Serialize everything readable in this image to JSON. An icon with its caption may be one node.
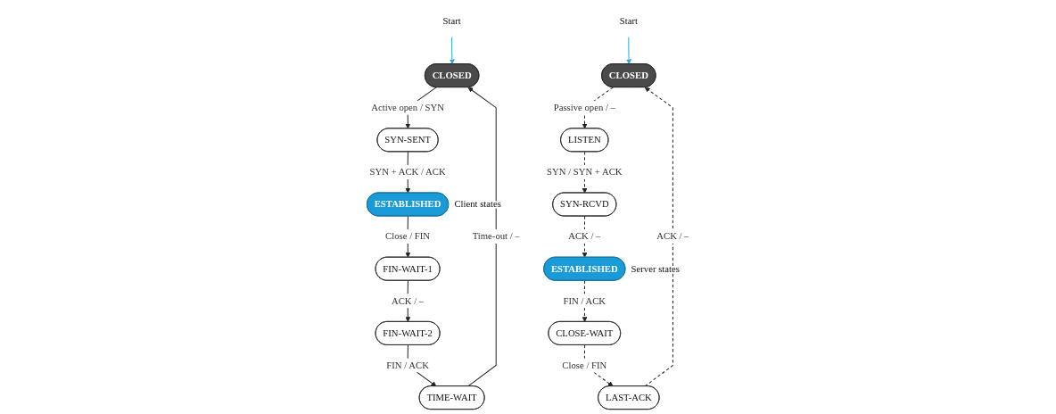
{
  "diagram": {
    "nodes": [
      {
        "text": [
          "Start"
        ]
      },
      {
        "text": [
          "CLOSED"
        ]
      },
      {
        "text": [
          "SYN-SENT"
        ]
      },
      {
        "text": [
          "ESTABLISHED"
        ],
        "beside": [
          "Client states"
        ]
      },
      {
        "text": [
          "FIN-WAIT-1"
        ]
      },
      {
        "text": [
          "FIN-WAIT-2"
        ]
      },
      {
        "text": [
          "TIME-WAIT"
        ]
      },
      {
        "text": [
          "Start"
        ]
      },
      {
        "text": [
          "CLOSED"
        ]
      },
      {
        "text": [
          "LISTEN"
        ]
      },
      {
        "text": [
          "SYN-RCVD"
        ]
      },
      {
        "text": [
          "ESTABLISHED"
        ],
        "beside": [
          "Server states"
        ]
      },
      {
        "text": [
          "CLOSE-WAIT"
        ]
      },
      {
        "text": [
          "LAST-ACK"
        ]
      }
    ],
    "edges": [
      {
        "from": 0,
        "to": 1,
        "arrow": "to",
        "color": "#29a9d6"
      },
      {
        "from": 1,
        "to": 2,
        "arrow": "to",
        "label": "Active open / SYN"
      },
      {
        "from": 2,
        "to": 3,
        "arrow": "to",
        "label": "SYN + ACK / ACK"
      },
      {
        "from": 3,
        "to": 4,
        "arrow": "to",
        "label": "Close / FIN"
      },
      {
        "from": 4,
        "to": 5,
        "arrow": "to",
        "label": "ACK / –"
      },
      {
        "from": 5,
        "to": 6,
        "arrow": "to",
        "label": "FIN / ACK"
      },
      {
        "from": 6,
        "to": 1,
        "arrow": "to",
        "label": "Time-out / –"
      },
      {
        "from": 7,
        "to": 8,
        "arrow": "to",
        "color": "#29a9d6"
      },
      {
        "from": 8,
        "to": 9,
        "arrow": "to",
        "style": "dashed",
        "label": "Passive open / –"
      },
      {
        "from": 9,
        "to": 10,
        "arrow": "to",
        "style": "dashed",
        "label": "SYN / SYN + ACK"
      },
      {
        "from": 10,
        "to": 11,
        "arrow": "to",
        "style": "dashed",
        "label": "ACK / –"
      },
      {
        "from": 11,
        "to": 12,
        "arrow": "to",
        "style": "dashed",
        "label": "FIN / ACK"
      },
      {
        "from": 12,
        "to": 13,
        "arrow": "to",
        "style": "dashed",
        "label": "Close / FIN"
      },
      {
        "from": 13,
        "to": 8,
        "arrow": "to",
        "style": "dashed",
        "label": "ACK / –"
      }
    ]
  }
}
